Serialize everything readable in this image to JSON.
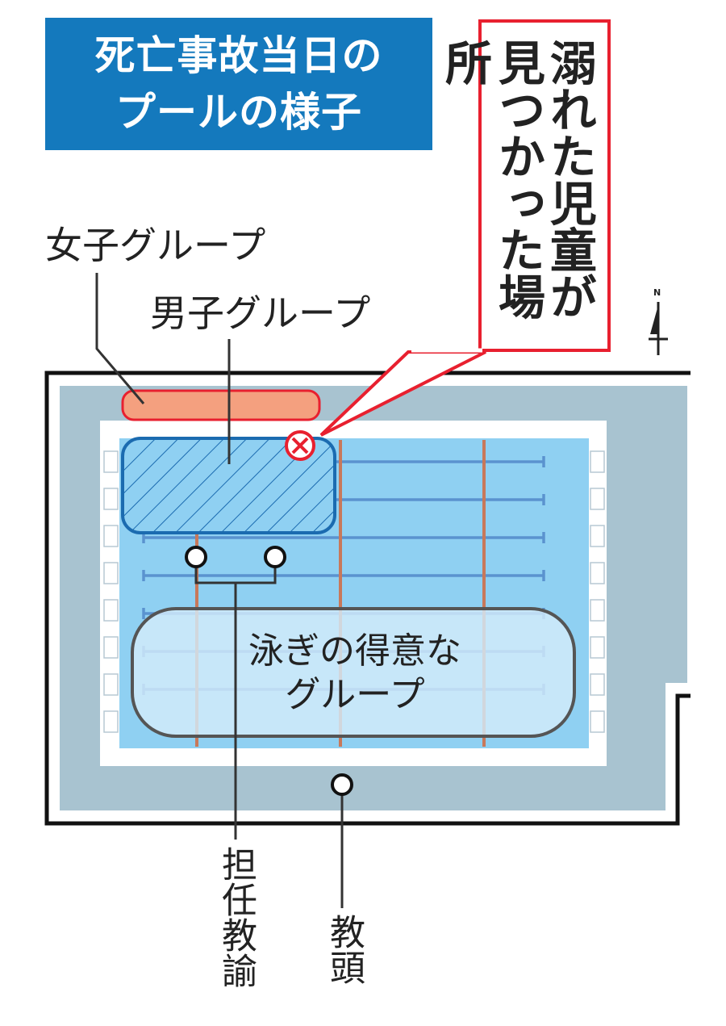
{
  "title": {
    "line1": "死亡事故当日の",
    "line2": "プールの様子"
  },
  "callout": {
    "line1": "溺れた児童が",
    "line2": "見つかった場所"
  },
  "labels": {
    "girls_group": "女子グループ",
    "boys_group": "男子グループ",
    "skilled_group_line1": "泳ぎの得意な",
    "skilled_group_line2": "グループ",
    "homeroom_teachers": "担任教諭",
    "vice_principal": "教頭",
    "north": "N"
  },
  "colors": {
    "title_bg": "#1479bd",
    "callout_border": "#e8202f",
    "pool_deck": "#a8c3d0",
    "pool_water": "#8fd0f2",
    "girls_fill": "#f4a07f",
    "girls_border": "#e8202f",
    "boys_border": "#1b6bb0",
    "skilled_fill": "#d3ecfa",
    "skilled_border": "#555555",
    "lane_rope": "#5a93cf",
    "lane_marker": "#c8785a"
  },
  "icons": {
    "accident_marker": "circle-x-icon",
    "teacher_marker": "circle-icon",
    "north_arrow": "north-arrow-icon"
  }
}
